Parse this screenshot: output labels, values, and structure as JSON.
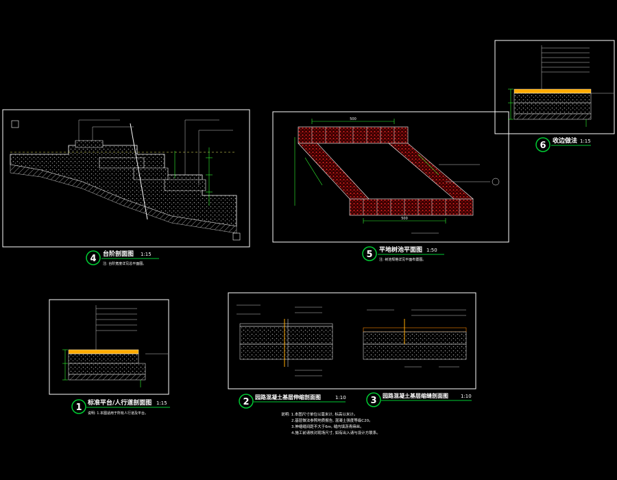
{
  "colors": {
    "background": "#000000",
    "frame": "#ffffff",
    "title_bubble": "#00cc33",
    "hatch": "#9a9a9a",
    "brick": "#cc2222",
    "dim": "#33ff33",
    "note": "#ffff66"
  },
  "details": [
    {
      "id": "d4",
      "number": "4",
      "title": "台阶剖面图",
      "scale": "1:15",
      "note": "注: 台阶宽度详见总平面图。"
    },
    {
      "id": "d5",
      "number": "5",
      "title": "平地树池平面图",
      "scale": "1:50",
      "note": "注: 树池规格详见平面布置图。"
    },
    {
      "id": "d6",
      "number": "6",
      "title": "收边做法",
      "scale": "1:15",
      "note": ""
    },
    {
      "id": "d1",
      "number": "1",
      "title": "标准平台/人行道剖面图",
      "scale": "1:15",
      "note": "说明: 1.本图适用于所有人行道及平台。"
    },
    {
      "id": "d2",
      "number": "2",
      "title": "园路混凝土基层伸缩剖面图",
      "scale": "1:10",
      "note": ""
    },
    {
      "id": "d3",
      "number": "3",
      "title": "园路混凝土基层缩缝剖面图",
      "scale": "1:10",
      "note": ""
    }
  ],
  "general_notes": [
    "说明: 1.本图尺寸单位以毫米计, 标高以米计。",
    "2.基层做法参照地质报告, 混凝土强度等级C20。",
    "3.伸缩缝间距不大于6m, 缝内填沥青麻丝。",
    "4.施工前请核对现场尺寸, 如有出入请与设计方联系。"
  ],
  "plan_dims": {
    "top": "500",
    "bottom": "500"
  }
}
